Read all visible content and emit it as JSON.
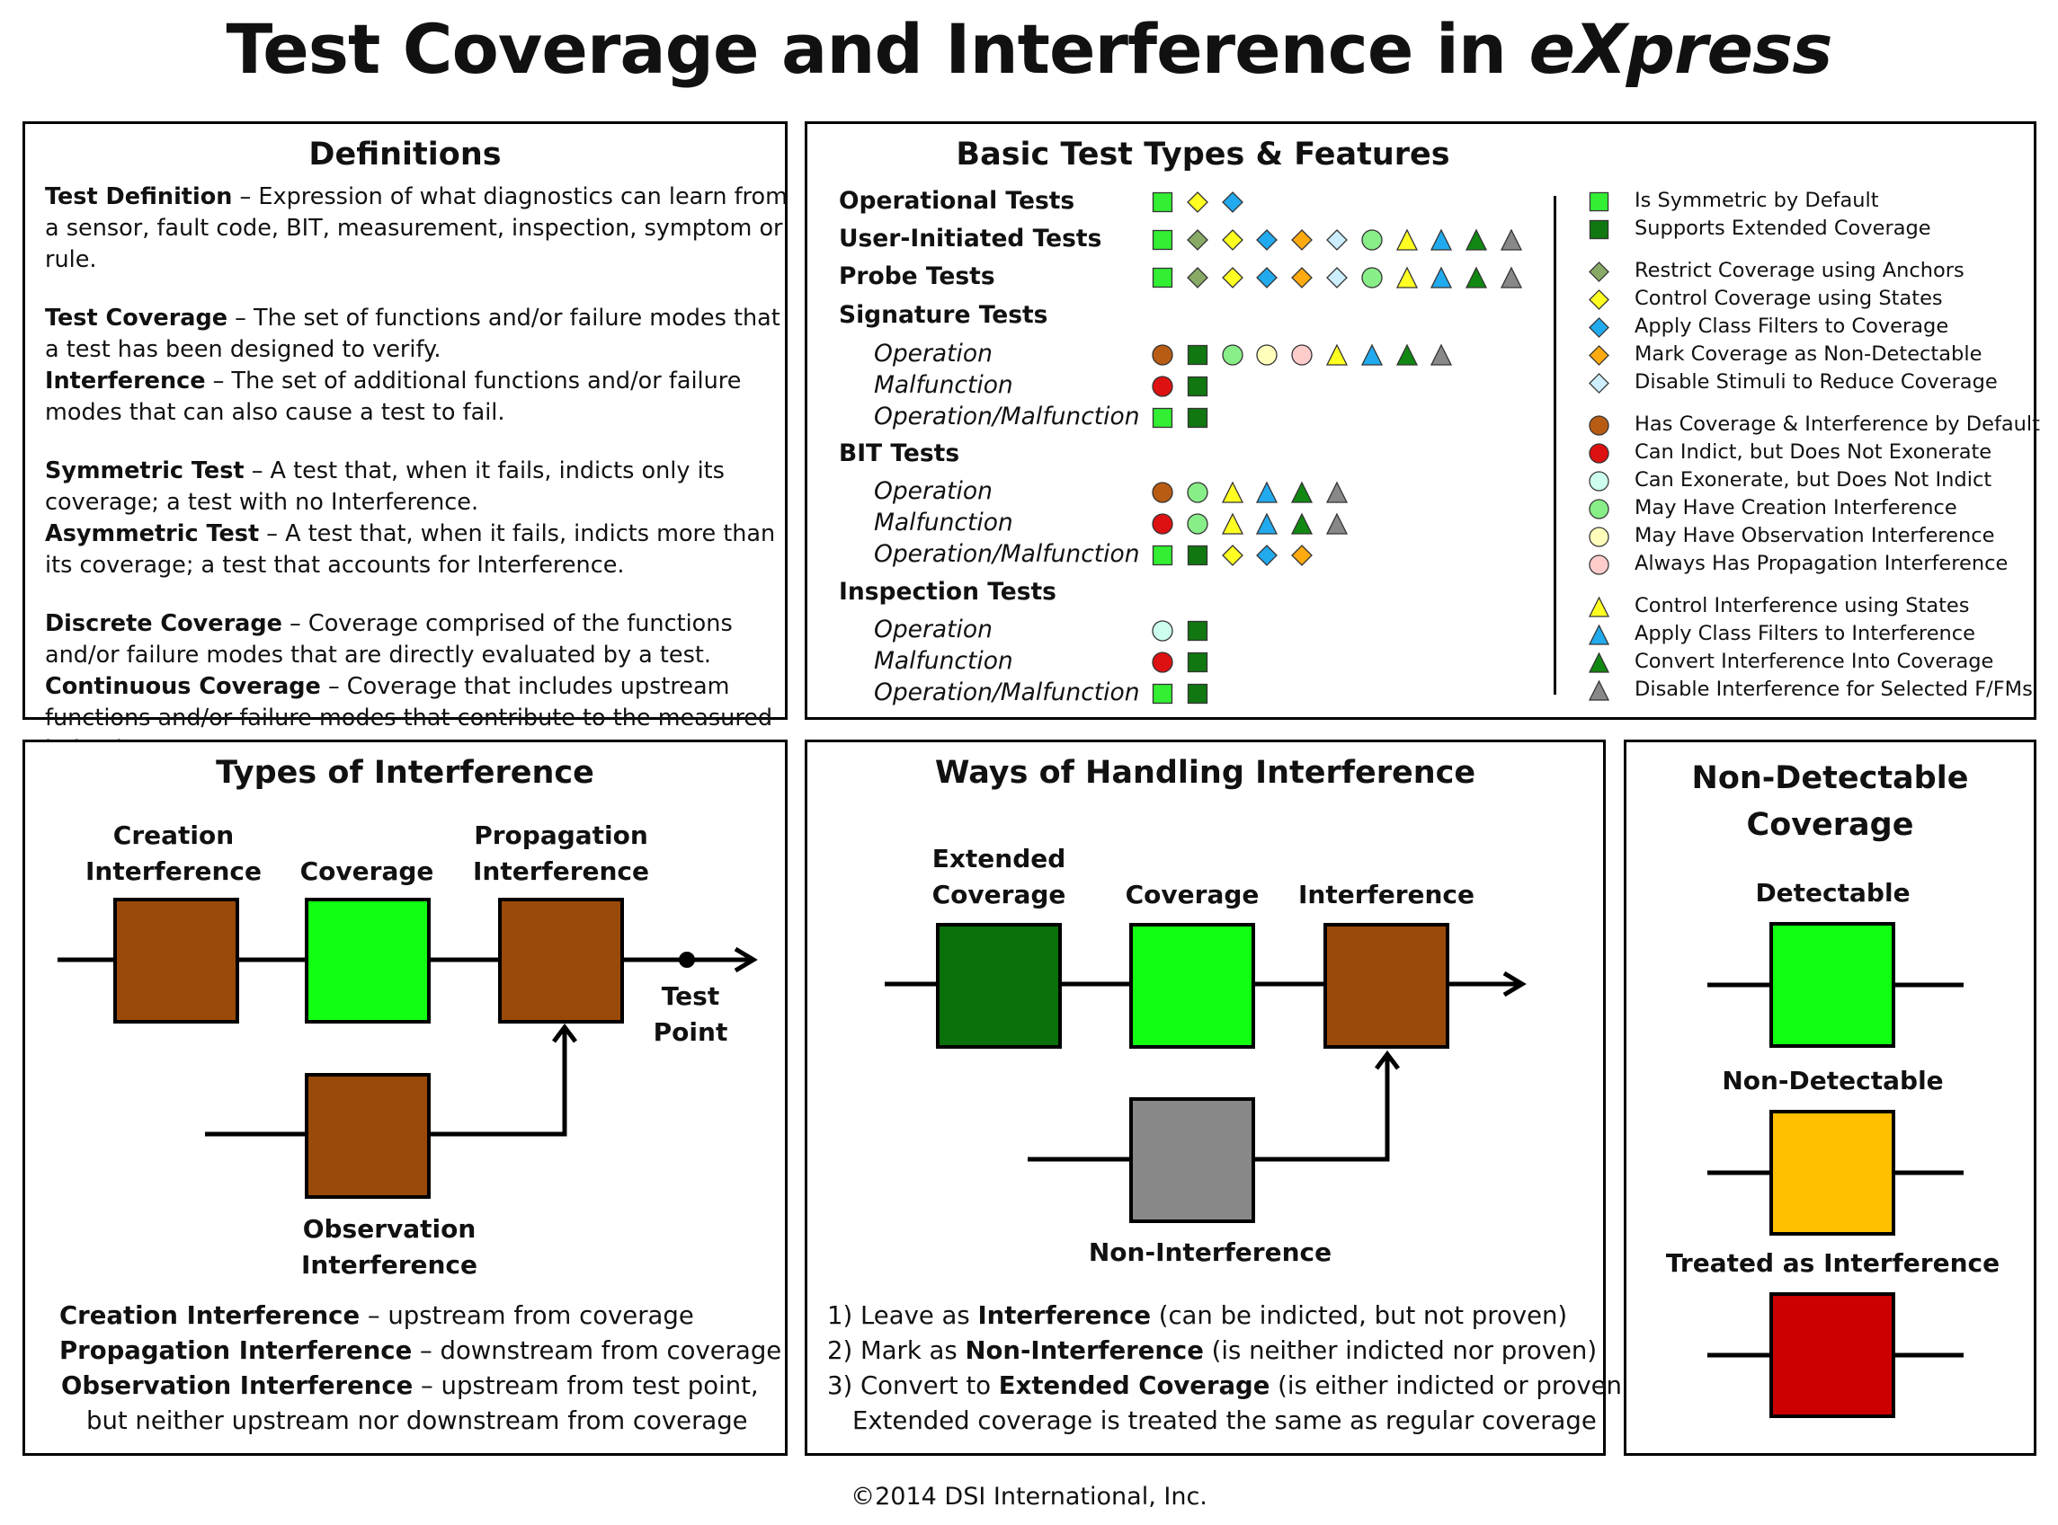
{
  "title": {
    "main": "Test Coverage and Interference in ",
    "italic": "eXpress"
  },
  "definitions": {
    "title": "Definitions",
    "items": [
      {
        "term": "Test Definition",
        "text": " – Expression of what diagnostics can learn from a sensor, fault code, BIT, measurement, inspection, symptom or rule."
      },
      {
        "term": "Test Coverage",
        "text": " – The set of functions and/or failure modes that a test has been designed to verify."
      },
      {
        "term": "Interference",
        "text": " – The set of additional functions and/or failure modes that can also cause a test to fail."
      },
      {
        "term": "Symmetric Test",
        "text": " – A test that, when it fails, indicts only its coverage; a test with no Interference."
      },
      {
        "term": "Asymmetric Test",
        "text": " – A test that, when it fails, indicts more than its coverage; a test that accounts for Interference."
      },
      {
        "term": "Discrete Coverage",
        "text": " – Coverage comprised of the functions and/or failure modes that are directly evaluated by a test."
      },
      {
        "term": "Continuous Coverage",
        "text": " – Coverage that includes upstream functions and/or failure modes that contribute to the measured behavior."
      }
    ]
  },
  "basic": {
    "title": "Basic Test Types & Features",
    "rows": [
      {
        "label": "Operational Tests",
        "kind": "main",
        "symbols": [
          "sqL",
          "dY",
          "dB"
        ]
      },
      {
        "label": "User-Initiated Tests",
        "kind": "main",
        "symbols": [
          "sqL",
          "dG",
          "dY",
          "dB",
          "dO",
          "dC",
          "cM",
          "tY",
          "tB",
          "tG",
          "tK"
        ]
      },
      {
        "label": "Probe Tests",
        "kind": "main",
        "symbols": [
          "sqL",
          "dG",
          "dY",
          "dB",
          "dO",
          "dC",
          "cM",
          "tY",
          "tB",
          "tG",
          "tK"
        ]
      },
      {
        "label": "Signature Tests",
        "kind": "main",
        "symbols": []
      },
      {
        "label": "Operation",
        "kind": "sub",
        "symbols": [
          "cBr",
          "sqD",
          "cM",
          "cYl",
          "cPk",
          "tY",
          "tB",
          "tG",
          "tK"
        ]
      },
      {
        "label": "Malfunction",
        "kind": "sub",
        "symbols": [
          "cR",
          "sqD"
        ]
      },
      {
        "label": "Operation/Malfunction",
        "kind": "sub",
        "symbols": [
          "sqL",
          "sqD"
        ]
      },
      {
        "label": "BIT Tests",
        "kind": "main",
        "symbols": []
      },
      {
        "label": "Operation",
        "kind": "sub",
        "symbols": [
          "cBr",
          "cM",
          "tY",
          "tB",
          "tG",
          "tK"
        ]
      },
      {
        "label": "Malfunction",
        "kind": "sub",
        "symbols": [
          "cR",
          "cM",
          "tY",
          "tB",
          "tG",
          "tK"
        ]
      },
      {
        "label": "Operation/Malfunction",
        "kind": "sub",
        "symbols": [
          "sqL",
          "sqD",
          "dY",
          "dB",
          "dO"
        ]
      },
      {
        "label": "Inspection Tests",
        "kind": "main",
        "symbols": []
      },
      {
        "label": "Operation",
        "kind": "sub",
        "symbols": [
          "cLt",
          "sqD"
        ]
      },
      {
        "label": "Malfunction",
        "kind": "sub",
        "symbols": [
          "cR",
          "sqD"
        ]
      },
      {
        "label": "Operation/Malfunction",
        "kind": "sub",
        "symbols": [
          "sqL",
          "sqD"
        ]
      }
    ],
    "legend": [
      {
        "symbol": "sqL",
        "text": "Is Symmetric by Default"
      },
      {
        "symbol": "sqD",
        "text": "Supports Extended Coverage"
      },
      {
        "symbol": "dG",
        "text": "Restrict Coverage using Anchors"
      },
      {
        "symbol": "dY",
        "text": "Control Coverage using States"
      },
      {
        "symbol": "dB",
        "text": "Apply Class Filters to Coverage"
      },
      {
        "symbol": "dO",
        "text": "Mark Coverage as Non-Detectable"
      },
      {
        "symbol": "dC",
        "text": "Disable Stimuli to Reduce Coverage"
      },
      {
        "symbol": "cBr",
        "text": "Has Coverage & Interference by Default"
      },
      {
        "symbol": "cR",
        "text": "Can Indict, but Does Not Exonerate"
      },
      {
        "symbol": "cLt",
        "text": "Can Exonerate, but Does Not Indict"
      },
      {
        "symbol": "cM",
        "text": "May Have Creation Interference"
      },
      {
        "symbol": "cYl",
        "text": "May Have Observation Interference"
      },
      {
        "symbol": "cPk",
        "text": "Always Has Propagation Interference"
      },
      {
        "symbol": "tY",
        "text": "Control Interference using States"
      },
      {
        "symbol": "tB",
        "text": "Apply Class Filters to Interference"
      },
      {
        "symbol": "tG",
        "text": "Convert Interference Into Coverage"
      },
      {
        "symbol": "tK",
        "text": "Disable Interference for Selected F/FMs"
      }
    ],
    "symbol_colors": {
      "sqL": "#33ee33",
      "sqD": "#117711",
      "dG": "#88aa66",
      "dY": "#ffff22",
      "dB": "#22aaee",
      "dO": "#ffaa11",
      "dC": "#cceeff",
      "cBr": "#b85c14",
      "cR": "#dd1111",
      "cLt": "#ccffee",
      "cM": "#88ee88",
      "cYl": "#ffffbb",
      "cPk": "#ffcccc",
      "tY": "#ffff22",
      "tB": "#22aaee",
      "tG": "#118811",
      "tK": "#888888"
    }
  },
  "types": {
    "title": "Types of Interference",
    "labels": {
      "creation": "Creation\nInterference",
      "coverage": "Coverage",
      "propagation": "Propagation\nInterference",
      "test_point": "Test\nPoint",
      "observation": "Observation\nInterference"
    },
    "desc": [
      {
        "term": "Creation Interference",
        "text": " – upstream from coverage"
      },
      {
        "term": "Propagation Interference",
        "text": " – downstream from coverage"
      },
      {
        "term": "Observation Interference",
        "text": " – upstream from test point,"
      },
      {
        "term": "",
        "text": "but neither upstream nor downstream from coverage"
      }
    ]
  },
  "handling": {
    "title": "Ways of Handling Interference",
    "labels": {
      "extended": "Extended\nCoverage",
      "coverage": "Coverage",
      "interference": "Interference",
      "non_interference": "Non-Interference"
    },
    "desc": [
      {
        "pre": "1) Leave as ",
        "term": "Interference",
        "post": " (can be indicted, but not proven)"
      },
      {
        "pre": "2) Mark as ",
        "term": "Non-Interference",
        "post": " (is neither indicted nor proven)"
      },
      {
        "pre": "3) Convert to ",
        "term": "Extended Coverage",
        "post": " (is either indicted or proven)"
      },
      {
        "pre": "Extended coverage is treated the same as regular coverage",
        "term": "",
        "post": ""
      }
    ]
  },
  "nondetect": {
    "title": "Non-Detectable\nCoverage",
    "labels": {
      "detectable": "Detectable",
      "non_detectable": "Non-Detectable",
      "treated": "Treated as Interference"
    }
  },
  "colors": {
    "brown": "#994a08",
    "bright_green": "#11ff11",
    "dark_green": "#0a700a",
    "gray": "#888888",
    "orange": "#ffc000",
    "red": "#cc0000"
  },
  "footer": "©2014 DSI International, Inc."
}
